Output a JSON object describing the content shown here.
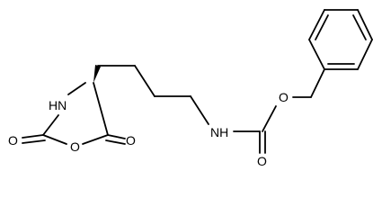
{
  "molecule": {
    "atom_labels": {
      "oxazolidine_nh": "HN",
      "ring_oxygen": "O",
      "carbonyl_oxygen_c2": "O",
      "carbonyl_oxygen_c5": "O",
      "carbamate_nh": "NH",
      "carbamate_ester_oxygen": "O",
      "carbamate_carbonyl_oxygen": "O"
    }
  },
  "colors": {
    "ink": "#000000",
    "background": "#ffffff"
  }
}
